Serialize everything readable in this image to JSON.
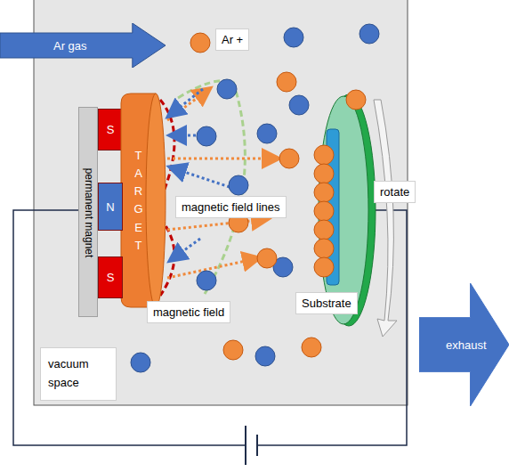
{
  "diagram": {
    "nodes": [
      {
        "text": [
          "Ar gas"
        ]
      },
      {
        "text": [
          "Ar +"
        ]
      },
      {
        "text": [
          "permanent magnet"
        ]
      },
      {
        "text": [
          "S"
        ]
      },
      {
        "text": [
          "TARGET"
        ]
      },
      {
        "text": [
          "N"
        ]
      },
      {
        "text": [
          "S"
        ]
      },
      {
        "text": [
          "magnetic field lines"
        ]
      },
      {
        "text": [
          "rotate"
        ]
      },
      {
        "text": [
          "Substrate"
        ]
      },
      {
        "text": [
          "magnetic field"
        ]
      },
      {
        "text": [
          "exhaust"
        ]
      },
      {
        "text": [
          "vacuum space"
        ]
      }
    ]
  }
}
